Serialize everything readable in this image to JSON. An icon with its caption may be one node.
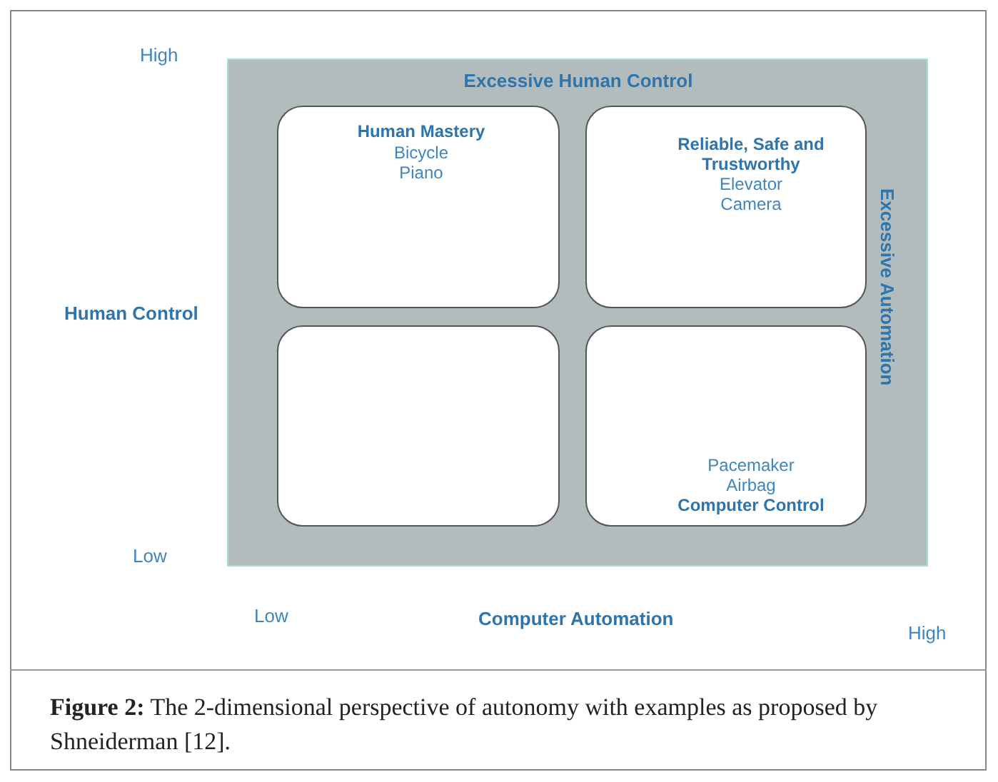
{
  "diagram": {
    "caption": "**Figure 2:** The 2-dimensional perspective of autonomy with examples as proposed by Shneiderman [12].",
    "nodes": [
      {
        "text": [
          "Excessive Human Control",
          "Excessive Automation"
        ]
      },
      {
        "text": [
          "Human Mastery",
          "Bicycle",
          "Piano"
        ],
        "in": 0
      },
      {
        "text": [
          "Reliable, Safe and Trustworthy",
          "Elevator",
          "Camera"
        ],
        "in": 0
      },
      {
        "text": [],
        "shape": "box",
        "in": 0
      },
      {
        "text": [
          "Pacemaker",
          "Airbag",
          "Computer Control"
        ],
        "in": 0
      }
    ],
    "labels": [
      "High",
      "Human Control",
      "Low",
      "Low",
      "Computer Automation",
      "High"
    ]
  }
}
